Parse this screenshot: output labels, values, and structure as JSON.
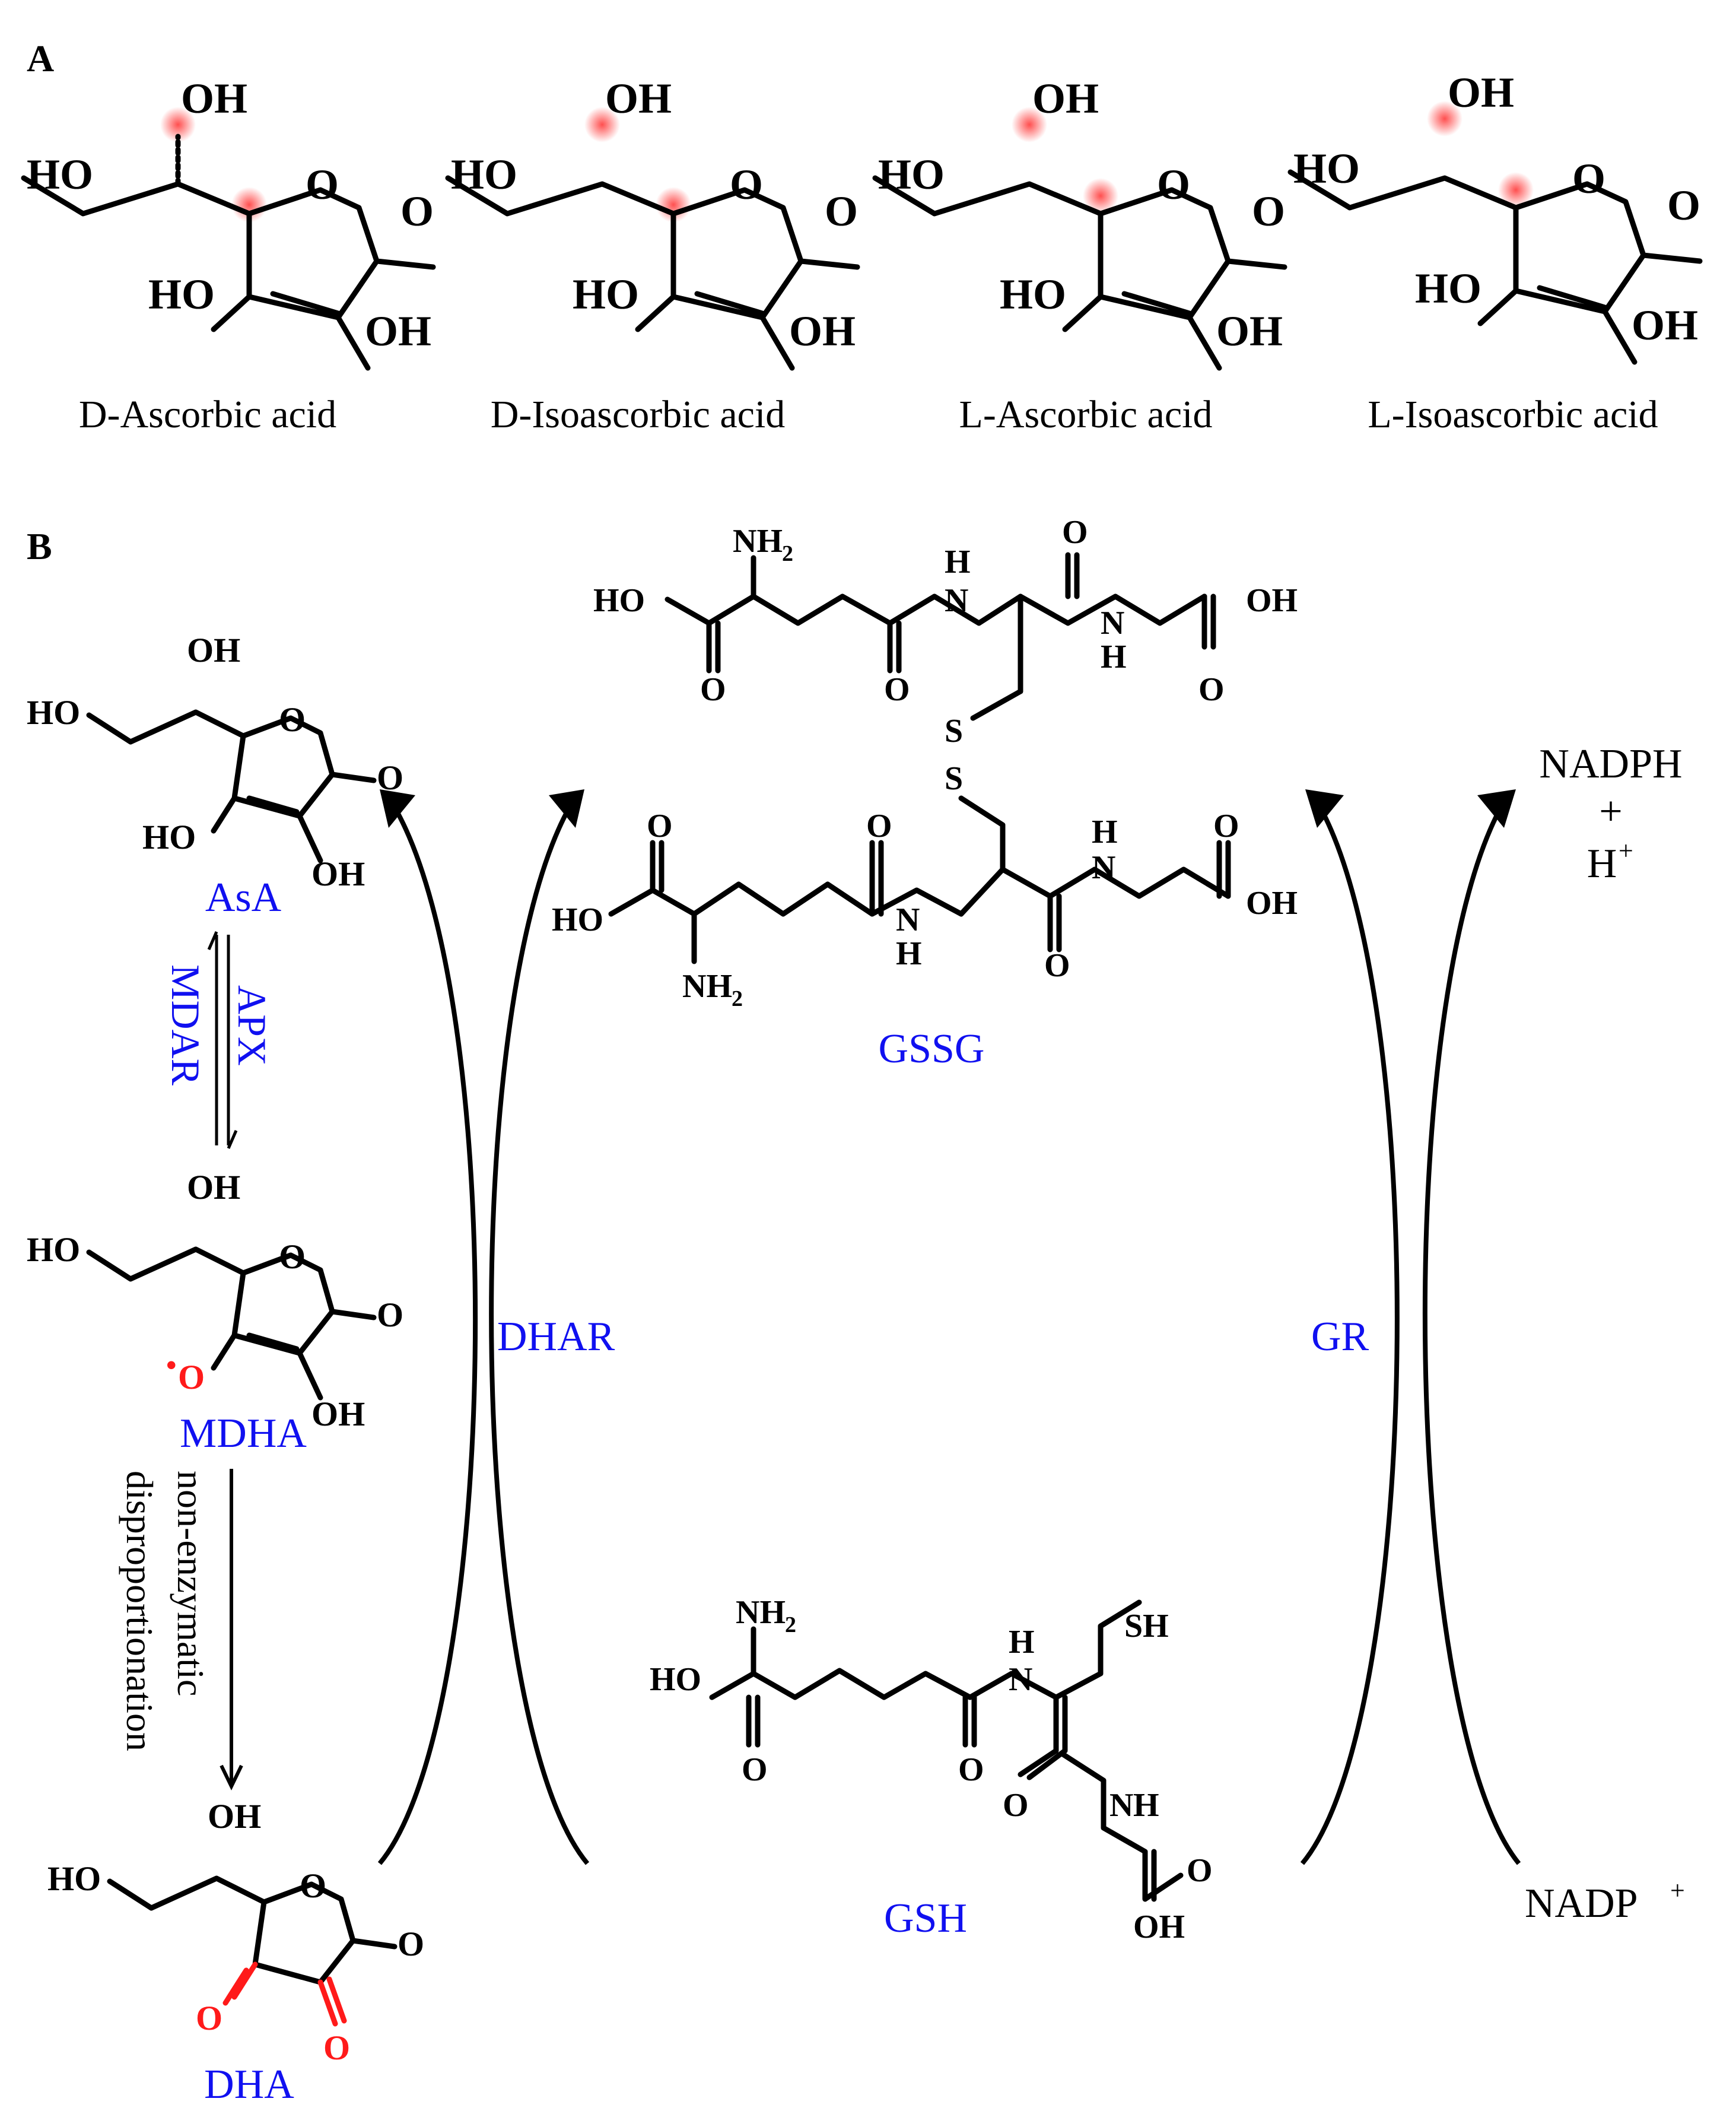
{
  "panels": {
    "a": "A",
    "b": "B"
  },
  "panel_a": {
    "compounds": [
      {
        "name": "D-Ascorbic acid"
      },
      {
        "name": "D-Isoascorbic acid"
      },
      {
        "name": "L-Ascorbic acid"
      },
      {
        "name": "L-Isoascorbic acid"
      }
    ],
    "atoms": {
      "oh": "OH",
      "ho": "HO",
      "o": "O"
    }
  },
  "panel_b": {
    "metabolites": {
      "asa": "AsA",
      "mdha": "MDHA",
      "dha": "DHA",
      "gssg": "GSSG",
      "gsh": "GSH"
    },
    "enzymes": {
      "apx": "APX",
      "mdar": "MDAR",
      "dhar": "DHAR",
      "gr": "GR"
    },
    "reaction_note": {
      "line1": "non-enzymatic",
      "line2": "disproportionation"
    },
    "cofactors": {
      "nadph": "NADPH",
      "plus": "+",
      "h_plus": "H",
      "h_plus_sup": "+",
      "nadp": "NADP",
      "nadp_sup": "+"
    },
    "atoms": {
      "nh2": "NH",
      "nh2_sub": "2",
      "nh": "N",
      "h": "H",
      "s": "S",
      "sh": "SH",
      "oh": "OH",
      "ho": "HO",
      "o": "O",
      "radical_o": "O",
      "radical_dot": "•"
    }
  },
  "colors": {
    "label_blue": "#1010f0",
    "highlight_red": "#ff1a1a"
  }
}
